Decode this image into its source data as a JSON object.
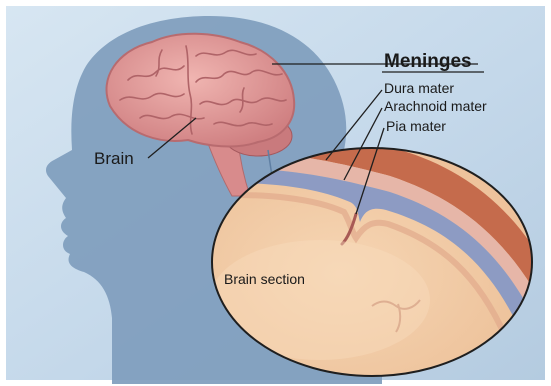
{
  "labels": {
    "title": "Meninges",
    "dura": "Dura mater",
    "arachnoid": "Arachnoid mater",
    "pia": "Pia mater",
    "brain": "Brain",
    "section": "Brain section"
  },
  "colors": {
    "background": "#c4d8ea",
    "head": "#7f9dbd",
    "brain": "#e7a2a0",
    "brain_fold": "#b96c6f",
    "brain_section": "#f3cda8",
    "dura": "#c56b4c",
    "arachnoid": "#e6b6a8",
    "pia": "#8d9bc3"
  }
}
